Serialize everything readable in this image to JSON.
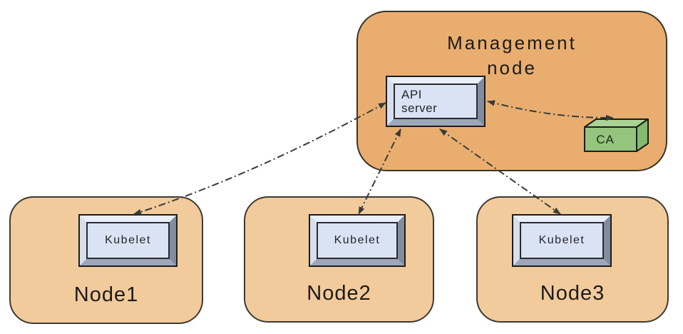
{
  "diagram": {
    "management_node": {
      "label": "Management\nnode",
      "api_server": {
        "label": "API\nserver"
      },
      "ca": {
        "label": "CA"
      }
    },
    "nodes": [
      {
        "label": "Node1",
        "component": "Kubelet"
      },
      {
        "label": "Node2",
        "component": "Kubelet"
      },
      {
        "label": "Node3",
        "component": "Kubelet"
      }
    ],
    "connections": [
      {
        "from": "API server",
        "to": "Node1 Kubelet",
        "style": "dash-dot",
        "bidirectional": true
      },
      {
        "from": "API server",
        "to": "Node2 Kubelet",
        "style": "dash-dot",
        "bidirectional": true
      },
      {
        "from": "API server",
        "to": "Node3 Kubelet",
        "style": "dash-dot",
        "bidirectional": true
      },
      {
        "from": "API server",
        "to": "CA",
        "style": "dash-dot",
        "bidirectional": true
      }
    ]
  },
  "colors": {
    "mgmt_fill": "#E9AE6F",
    "mgmt_border": "#3A352B",
    "node_fill": "#F2CB9C",
    "node_border": "#3D3A33",
    "key_face": "#D9E3F3",
    "key_bevel_top": "#E9EFF9",
    "key_bevel_left": "#D7DFEE",
    "key_bevel_right": "#828CA0",
    "key_bevel_bottom": "#9DA7B9",
    "key_outline": "#1D1D1D",
    "key_inner_line": "#2A2A33",
    "ca_front": "#94C47E",
    "ca_top": "#A9D295",
    "ca_side": "#85B96E",
    "ca_outline": "#1D1D1D",
    "arrow": "#3A3A3A",
    "text": "#1D1B17"
  }
}
